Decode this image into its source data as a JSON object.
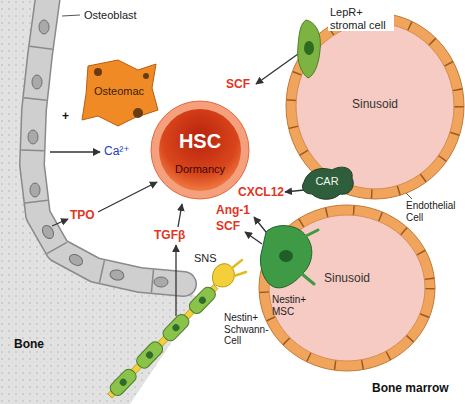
{
  "diagram": {
    "nodes": [
      {
        "text": [
          "Osteomac"
        ]
      },
      {
        "text": [
          "HSC",
          "Dormancy"
        ]
      },
      {
        "text": [
          "LepR+ stromal cell"
        ]
      },
      {
        "text": [
          "Sinusoid"
        ]
      },
      {
        "text": [
          "CAR"
        ]
      },
      {
        "text": [
          "Sinusoid"
        ]
      },
      {
        "text": [
          "Nestin+ MSC"
        ]
      },
      {
        "text": [
          "Nestin+ Schwann-Cell"
        ]
      }
    ],
    "labels": [
      "Osteoblast",
      "+",
      "Ca²⁺",
      "TPO",
      "TGFβ",
      "SCF",
      "CXCL12",
      "Ang-1",
      "SCF",
      "SNS",
      "Endothelial Cell",
      "Bone",
      "Bone marrow"
    ]
  }
}
